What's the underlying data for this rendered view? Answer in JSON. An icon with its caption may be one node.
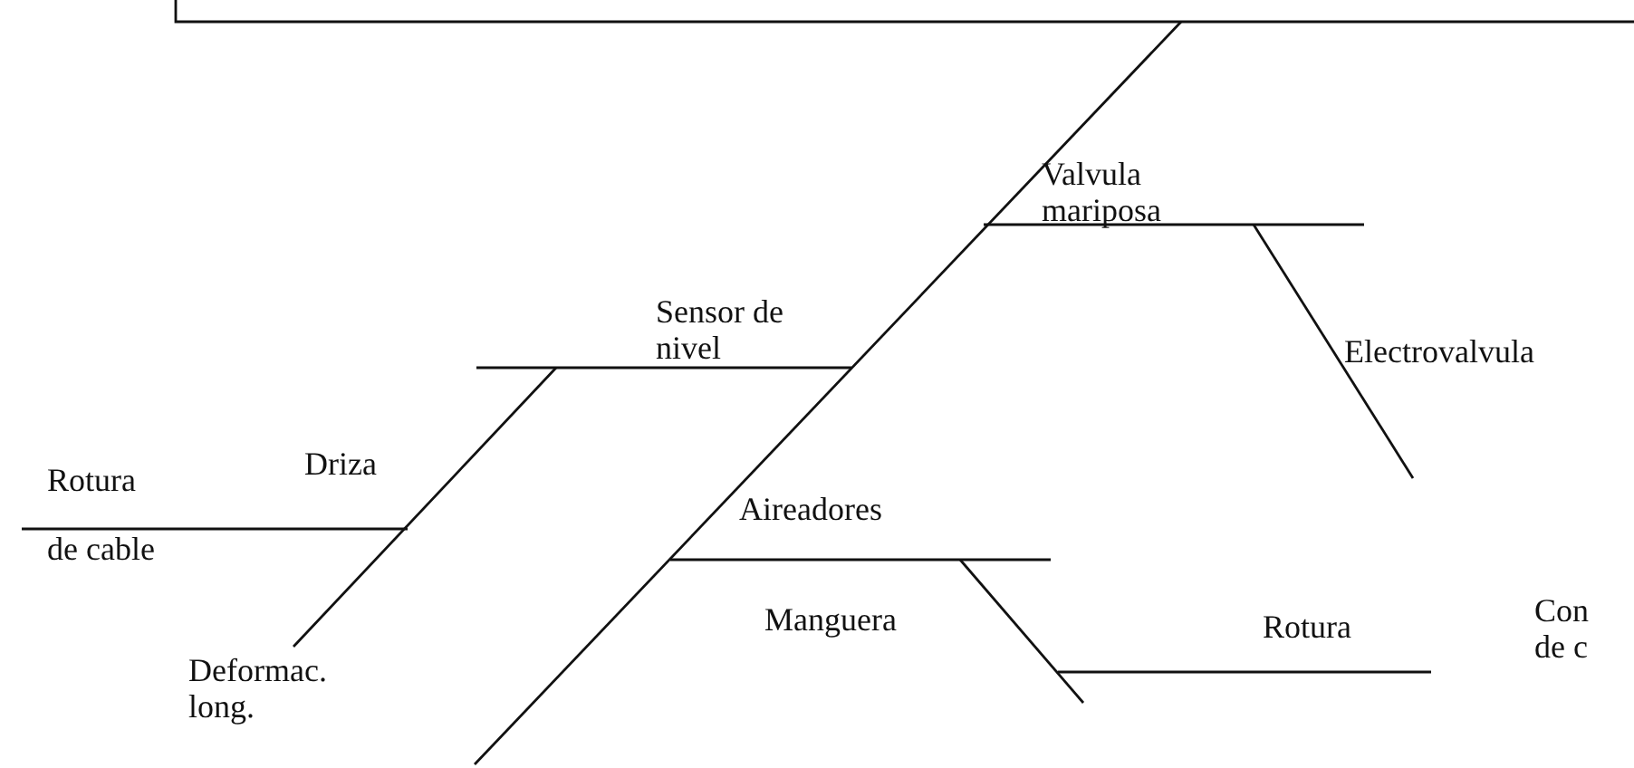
{
  "diagram": {
    "labels": [
      "Valvula mariposa",
      "Sensor de nivel",
      "Electrovalvula",
      "Driza",
      "Rotura de cable",
      "Aireadores",
      "Manguera",
      "Rotura",
      "Con de c",
      "Deformac. long."
    ]
  }
}
